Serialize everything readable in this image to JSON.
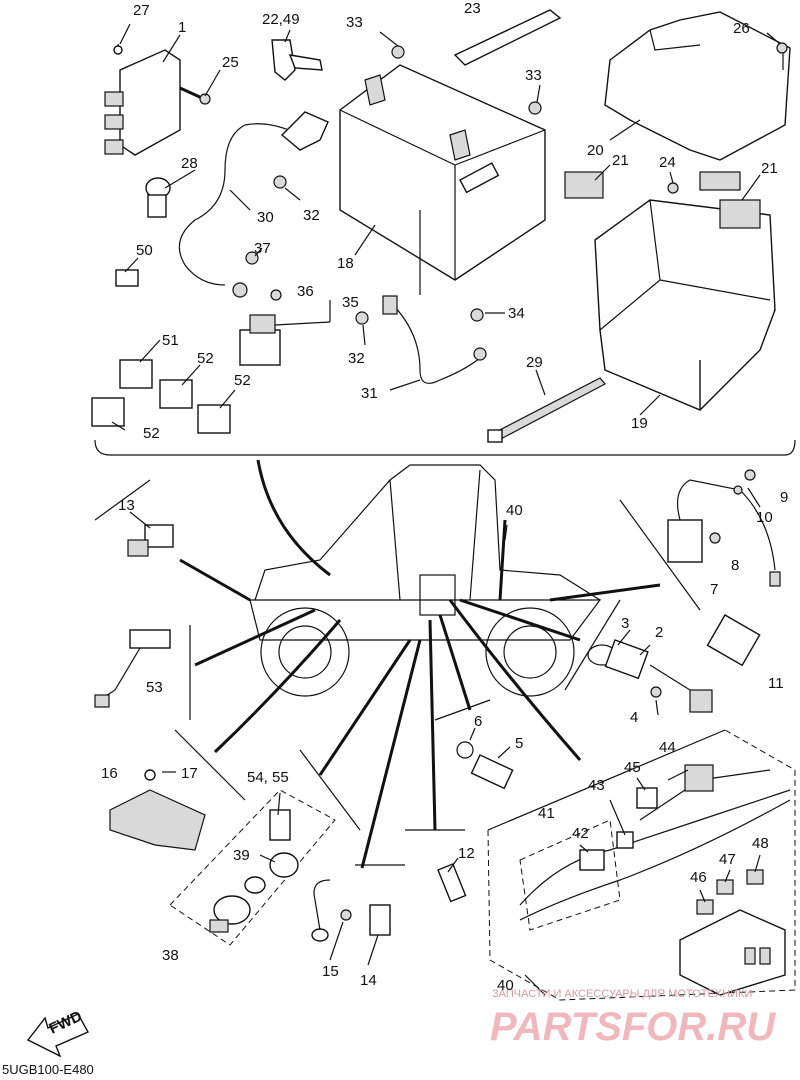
{
  "diagram": {
    "drawing_code": "5UGB100-E480",
    "fwd_label": "FWD",
    "watermark": {
      "top_text": "ЗАПЧАСТИ И АКСЕССУАРЫ ДЛЯ МОТОТЕХНИКИ",
      "brand_text": "PARTSFOR.RU"
    },
    "callouts": [
      {
        "id": "c27",
        "text": "27"
      },
      {
        "id": "c1",
        "text": "1"
      },
      {
        "id": "c25",
        "text": "25"
      },
      {
        "id": "c2249",
        "text": "22,49"
      },
      {
        "id": "c33a",
        "text": "33"
      },
      {
        "id": "c23",
        "text": "23"
      },
      {
        "id": "c33b",
        "text": "33"
      },
      {
        "id": "c26",
        "text": "26"
      },
      {
        "id": "c28",
        "text": "28"
      },
      {
        "id": "c30",
        "text": "30"
      },
      {
        "id": "c32a",
        "text": "32"
      },
      {
        "id": "c18",
        "text": "18"
      },
      {
        "id": "c20",
        "text": "20"
      },
      {
        "id": "c21a",
        "text": "21"
      },
      {
        "id": "c24",
        "text": "24"
      },
      {
        "id": "c21b",
        "text": "21"
      },
      {
        "id": "c50",
        "text": "50"
      },
      {
        "id": "c37",
        "text": "37"
      },
      {
        "id": "c36",
        "text": "36"
      },
      {
        "id": "c35",
        "text": "35"
      },
      {
        "id": "c34",
        "text": "34"
      },
      {
        "id": "c32b",
        "text": "32"
      },
      {
        "id": "c51",
        "text": "51"
      },
      {
        "id": "c52a",
        "text": "52"
      },
      {
        "id": "c52b",
        "text": "52"
      },
      {
        "id": "c52c",
        "text": "52"
      },
      {
        "id": "c31",
        "text": "31"
      },
      {
        "id": "c29",
        "text": "29"
      },
      {
        "id": "c19",
        "text": "19"
      },
      {
        "id": "c13",
        "text": "13"
      },
      {
        "id": "c40a",
        "text": "40"
      },
      {
        "id": "c9",
        "text": "9"
      },
      {
        "id": "c10",
        "text": "10"
      },
      {
        "id": "c8",
        "text": "8"
      },
      {
        "id": "c7",
        "text": "7"
      },
      {
        "id": "c3",
        "text": "3"
      },
      {
        "id": "c2",
        "text": "2"
      },
      {
        "id": "c11",
        "text": "11"
      },
      {
        "id": "c53",
        "text": "53"
      },
      {
        "id": "c4",
        "text": "4"
      },
      {
        "id": "c6",
        "text": "6"
      },
      {
        "id": "c5",
        "text": "5"
      },
      {
        "id": "c44",
        "text": "44"
      },
      {
        "id": "c16",
        "text": "16"
      },
      {
        "id": "c17",
        "text": "17"
      },
      {
        "id": "c5455",
        "text": "54, 55"
      },
      {
        "id": "c45",
        "text": "45"
      },
      {
        "id": "c43",
        "text": "43"
      },
      {
        "id": "c41",
        "text": "41"
      },
      {
        "id": "c42",
        "text": "42"
      },
      {
        "id": "c48",
        "text": "48"
      },
      {
        "id": "c47",
        "text": "47"
      },
      {
        "id": "c39",
        "text": "39"
      },
      {
        "id": "c12",
        "text": "12"
      },
      {
        "id": "c46",
        "text": "46"
      },
      {
        "id": "c38",
        "text": "38"
      },
      {
        "id": "c15",
        "text": "15"
      },
      {
        "id": "c14",
        "text": "14"
      },
      {
        "id": "c40b",
        "text": "40"
      }
    ]
  }
}
